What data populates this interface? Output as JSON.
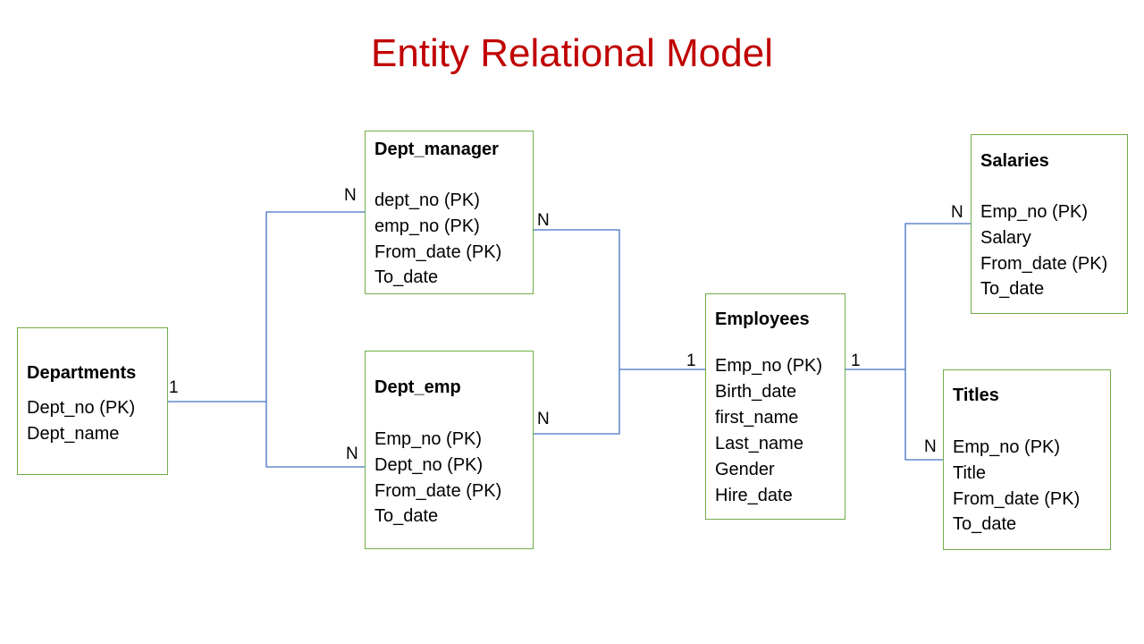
{
  "title": "Entity Relational Model",
  "colors": {
    "title": "#c00000",
    "entity_border": "#70ad47",
    "connector": "#4472c4"
  },
  "entities": {
    "departments": {
      "name": "Departments",
      "fields": [
        "Dept_no (PK)",
        "Dept_name"
      ]
    },
    "dept_manager": {
      "name": "Dept_manager",
      "fields": [
        "dept_no (PK)",
        "emp_no (PK)",
        "From_date (PK)",
        "To_date"
      ]
    },
    "dept_emp": {
      "name": "Dept_emp",
      "fields": [
        "Emp_no (PK)",
        "Dept_no (PK)",
        "From_date (PK)",
        "To_date"
      ]
    },
    "employees": {
      "name": "Employees",
      "fields": [
        "Emp_no (PK)",
        "Birth_date",
        "first_name",
        "Last_name",
        "Gender",
        "Hire_date"
      ]
    },
    "salaries": {
      "name": "Salaries",
      "fields": [
        "Emp_no (PK)",
        "Salary",
        "From_date (PK)",
        "To_date"
      ]
    },
    "titles": {
      "name": "Titles",
      "fields": [
        "Emp_no (PK)",
        "Title",
        "From_date (PK)",
        "To_date"
      ]
    }
  },
  "relationships": [
    {
      "from": "Departments",
      "to": "Dept_manager",
      "from_card": "1",
      "to_card": "N"
    },
    {
      "from": "Departments",
      "to": "Dept_emp",
      "from_card": "1",
      "to_card": "N"
    },
    {
      "from": "Dept_manager",
      "to": "Employees",
      "from_card": "N",
      "to_card": "1"
    },
    {
      "from": "Dept_emp",
      "to": "Employees",
      "from_card": "N",
      "to_card": "1"
    },
    {
      "from": "Employees",
      "to": "Salaries",
      "from_card": "1",
      "to_card": "N"
    },
    {
      "from": "Employees",
      "to": "Titles",
      "from_card": "1",
      "to_card": "N"
    }
  ]
}
